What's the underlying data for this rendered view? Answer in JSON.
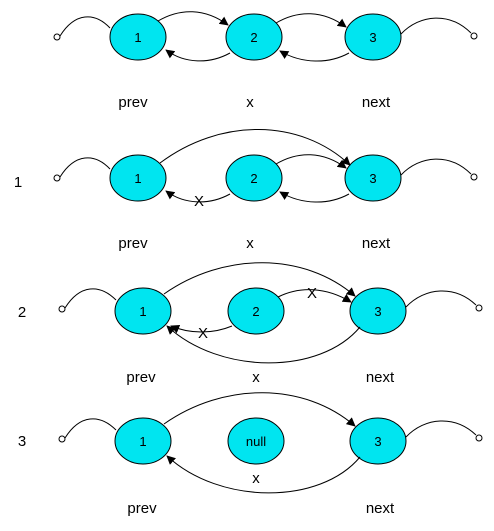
{
  "colors": {
    "node_fill": "#00e5f0",
    "stroke": "#000000",
    "background": "#ffffff"
  },
  "rows": [
    {
      "step": "",
      "nodes": [
        "1",
        "2",
        "3"
      ],
      "labels": {
        "prev": "prev",
        "x": "x",
        "next": "next"
      }
    },
    {
      "step": "1",
      "nodes": [
        "1",
        "2",
        "3"
      ],
      "labels": {
        "prev": "prev",
        "x": "x",
        "next": "next"
      },
      "cut_marks": [
        "X"
      ]
    },
    {
      "step": "2",
      "nodes": [
        "1",
        "2",
        "3"
      ],
      "labels": {
        "prev": "prev",
        "x": "x",
        "next": "next"
      },
      "cut_marks": [
        "X",
        "X"
      ]
    },
    {
      "step": "3",
      "nodes": [
        "1",
        "null",
        "3"
      ],
      "labels": {
        "prev": "prev",
        "x": "x",
        "next": "next"
      }
    }
  ]
}
